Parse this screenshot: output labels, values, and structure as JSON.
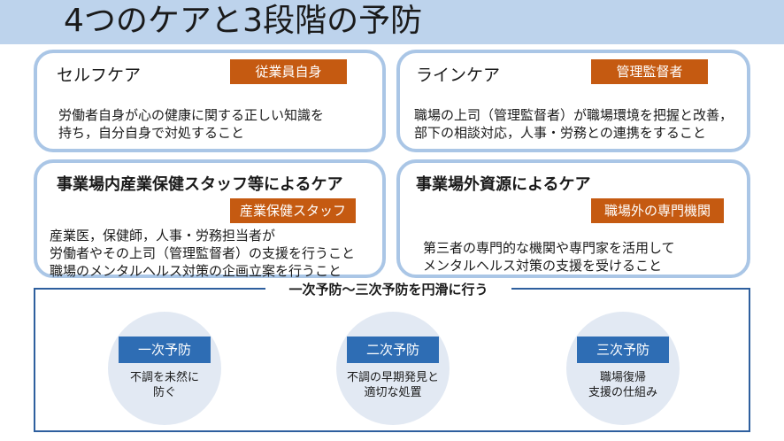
{
  "title": "4つのケアと3段階の予防",
  "cards": [
    {
      "title": "セルフケア",
      "tag": "従業員自身",
      "description": "労働者自身が心の健康に関する正しい知識を\n持ち，自分自身で対処すること"
    },
    {
      "title": "ラインケア",
      "tag": "管理監督者",
      "description": "職場の上司（管理監督者）が職場環境を把握と改善，\n部下の相談対応，人事・労務との連携をすること"
    },
    {
      "title": "事業場内産業保健スタッフ等によるケア",
      "tag": "産業保健スタッフ",
      "description": "産業医，保健師，人事・労務担当者が\n労働者やその上司（管理監督者）の支援を行うこと\n職場のメンタルヘルス対策の企画立案を行うこと"
    },
    {
      "title": "事業場外資源によるケア",
      "tag": "職場外の専門機関",
      "description": "第三者の専門的な機関や専門家を活用して\nメンタルヘルス対策の支援を受けること"
    }
  ],
  "prevention": {
    "label": "一次予防～三次予防を円滑に行う",
    "stages": [
      {
        "name": "一次予防",
        "description": "不調を未然に\n防ぐ"
      },
      {
        "name": "二次予防",
        "description": "不調の早期発見と\n適切な処置"
      },
      {
        "name": "三次予防",
        "description": "職場復帰\n支援の仕組み"
      }
    ]
  },
  "colors": {
    "title_bar": "#bdd3ec",
    "card_border": "#aac6e6",
    "tag": "#c55a11",
    "stage_button": "#2e6db4",
    "stage_circle": "#e2e9f3",
    "prevention_border": "#2e5f9e"
  }
}
